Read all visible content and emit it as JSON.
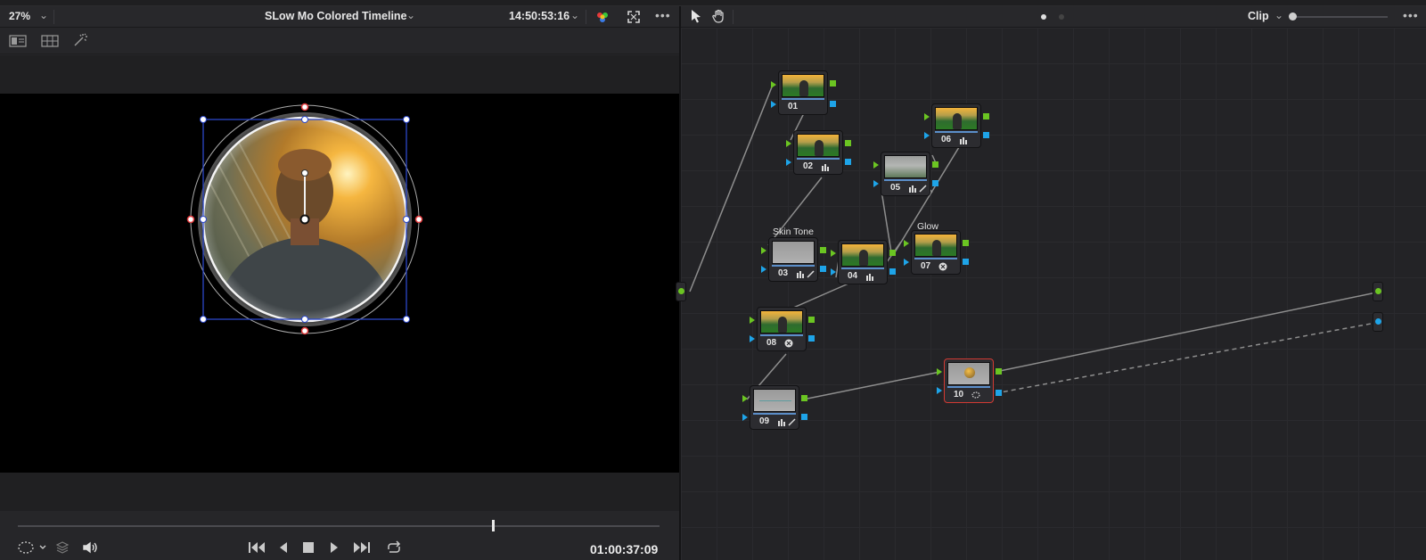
{
  "viewer": {
    "zoom": "27%",
    "title": "SLow Mo Colored Timeline",
    "timecode_top": "14:50:53:16",
    "timecode_bottom": "01:00:37:09",
    "scrub_progress": 0.74
  },
  "node_editor": {
    "mode": "Clip",
    "labels": {
      "skin_tone": "Skin Tone",
      "glow": "Glow"
    },
    "nodes": [
      "01",
      "02",
      "03",
      "04",
      "05",
      "06",
      "07",
      "08",
      "09",
      "10"
    ]
  },
  "colors": {
    "output_green": "#6bc522",
    "output_blue": "#1ea4e8",
    "selection_red": "#d23a33",
    "window_blue": "#2b46c8"
  },
  "icons": [
    "chevron-down-icon",
    "fx-icon",
    "fullscreen-icon",
    "more-icon",
    "pointer-icon",
    "hand-icon",
    "play-icon",
    "loop-icon",
    "volume-icon"
  ]
}
